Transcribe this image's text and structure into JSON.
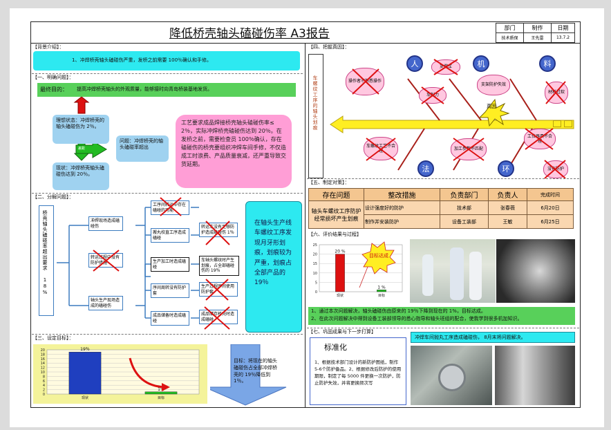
{
  "header": {
    "title": "降低桥壳轴头磕碰伤率  A3报告",
    "col_labels": [
      "部门",
      "制作",
      "日期"
    ],
    "col_values": [
      "技术质保",
      "王先雷",
      "13.7.2"
    ]
  },
  "background": {
    "heading": "【背景介绍】：",
    "text": "1、冲焊桥壳轴头磕碰伤严重，发桥之前需要      100％确认和手修。"
  },
  "problem": {
    "heading": "【一、明确问题】：",
    "goal_label": "最终目的：",
    "goal_text": "提高冲焊桥壳轴头的外观质量，能够接时向青岛桥装基地发货。",
    "ideal": "理想状态：冲焊桥壳的轴头磕碰伤为 2％。",
    "question": "问题：冲焊桥壳的轴头磕碰率超出",
    "current": "现状：冲焊桥壳轴头磕碰伤达到 20％。",
    "gap_label": "差距",
    "pink_text": "工艺要求成品焊接桥壳轴头磕碰伤率≤ 2％，实际冲焊桥壳磕碰伤达到 20％。在发桥之前，需要检查员 100％确认，存在磕碰伤的桥壳要组织冲焊车间手修，不仅造成工时浪费、产品质量衰减，还严重导致交货延期。"
  },
  "breakdown": {
    "heading": "【二、分解问题】：",
    "root": "桥壳轴头磕碰率超出要求 18%",
    "level2": [
      "冲焊现场造成磕碰伤",
      "轴头生产现场造成的磕碰伤"
    ],
    "level3": [
      "工序间转运中存在磕碰的可能",
      "搬丸校直工序造成磕碰",
      "转运过程中没有防护措施",
      "生产加工时造成磕碰",
      "序间周转没有防护套",
      "成品储备时造成磕碰"
    ],
    "level4": [
      "转运车没有足够防护造成磕碰伤 1％",
      "车轴头螺纹时产生划痕，占全部磕碰伤的 19％",
      "生产过程序间使用防护套",
      "成品储存桥壳时造成磕碰"
    ],
    "callout": "在轴头生产线车螺纹工序发现月牙形划痕，划痕较为严重，划痕占全部产品的 19％"
  },
  "target": {
    "heading": "【三、设定目标】：",
    "box_text": "目标：将现在的轴头磕碰伤占全部冲焊桥壳的 19％降低到 1％。"
  },
  "chart_data": [
    {
      "type": "bar",
      "categories": [
        "现状",
        "目标"
      ],
      "values": [
        19,
        1
      ],
      "data_labels": [
        "19％",
        "1％"
      ],
      "ylim": [
        0,
        20
      ],
      "yticks": [
        0,
        2,
        4,
        6,
        8,
        10,
        12,
        14,
        16,
        18,
        20
      ],
      "colors": [
        "#1f3fbf",
        "#22bb22"
      ]
    },
    {
      "type": "bar",
      "categories": [
        "现状",
        "目标"
      ],
      "values": [
        20,
        1
      ],
      "data_labels": [
        "20 %",
        "1 %"
      ],
      "ylim": [
        0,
        25
      ],
      "yticks": [
        0,
        5,
        10,
        15,
        20,
        25
      ],
      "colors": [
        "#dd1111",
        "#22bb22"
      ],
      "annotation": "目标达成"
    }
  ],
  "fishbone": {
    "heading": "【四、把握真因】：",
    "effect": "车螺纹工序的轴头划痕",
    "root_cause": "真因",
    "categories": [
      "人",
      "机",
      "料",
      "法",
      "环"
    ],
    "causes": [
      "操作者不熟悉操作",
      "支撑车",
      "支架防护失效",
      "车削力",
      "材料过软",
      "车螺纹工艺不合理",
      "加工参数不匹配",
      "工位器具不合理",
      "没有防护"
    ]
  },
  "countermeasure": {
    "heading": "【五、制定对策】：",
    "columns": [
      "存在问题",
      "整改措施",
      "负责部门",
      "负责人",
      "完成时间"
    ],
    "problem": "轴头车螺纹工序防护经常损坏产生划痕",
    "rows": [
      {
        "measure": "设计强度好的防护",
        "dept": "技术部",
        "owner": "张春薇",
        "date": "6月20日"
      },
      {
        "measure": "制作并安装防护",
        "dept": "设备工装部",
        "owner": "王敏",
        "date": "6月25日"
      }
    ]
  },
  "evaluation": {
    "heading": "【六、评价结果与过程】",
    "lines": [
      "1、通过本次问题解决，轴头磕碰伤由原来的      19％下降到现在的  1%，目标达成。",
      "2、在此次问题解决中得到设备工装部领导的悉心指导和轴头班组的配合，使我学到很多机加知识。"
    ]
  },
  "consolidate": {
    "heading": "【七、巩固成果与下一步打算】",
    "std_title": "标准化",
    "std_text": "1、根据技术部门设计的新防护图纸，制作 5-6个防护备品。2、根据修改后防护的使用期限，制定了每  5000 件更换一次防护，防止防护失效，并将更换频次写",
    "next": "冲焊车间抛丸工序造成磕碰伤，      8月末将问题解决。"
  },
  "colors": {
    "accent_green": "#58d05a",
    "accent_cyan": "#2de9f0",
    "pink": "#ff9ed6",
    "orange_table": "#fad7b0"
  }
}
